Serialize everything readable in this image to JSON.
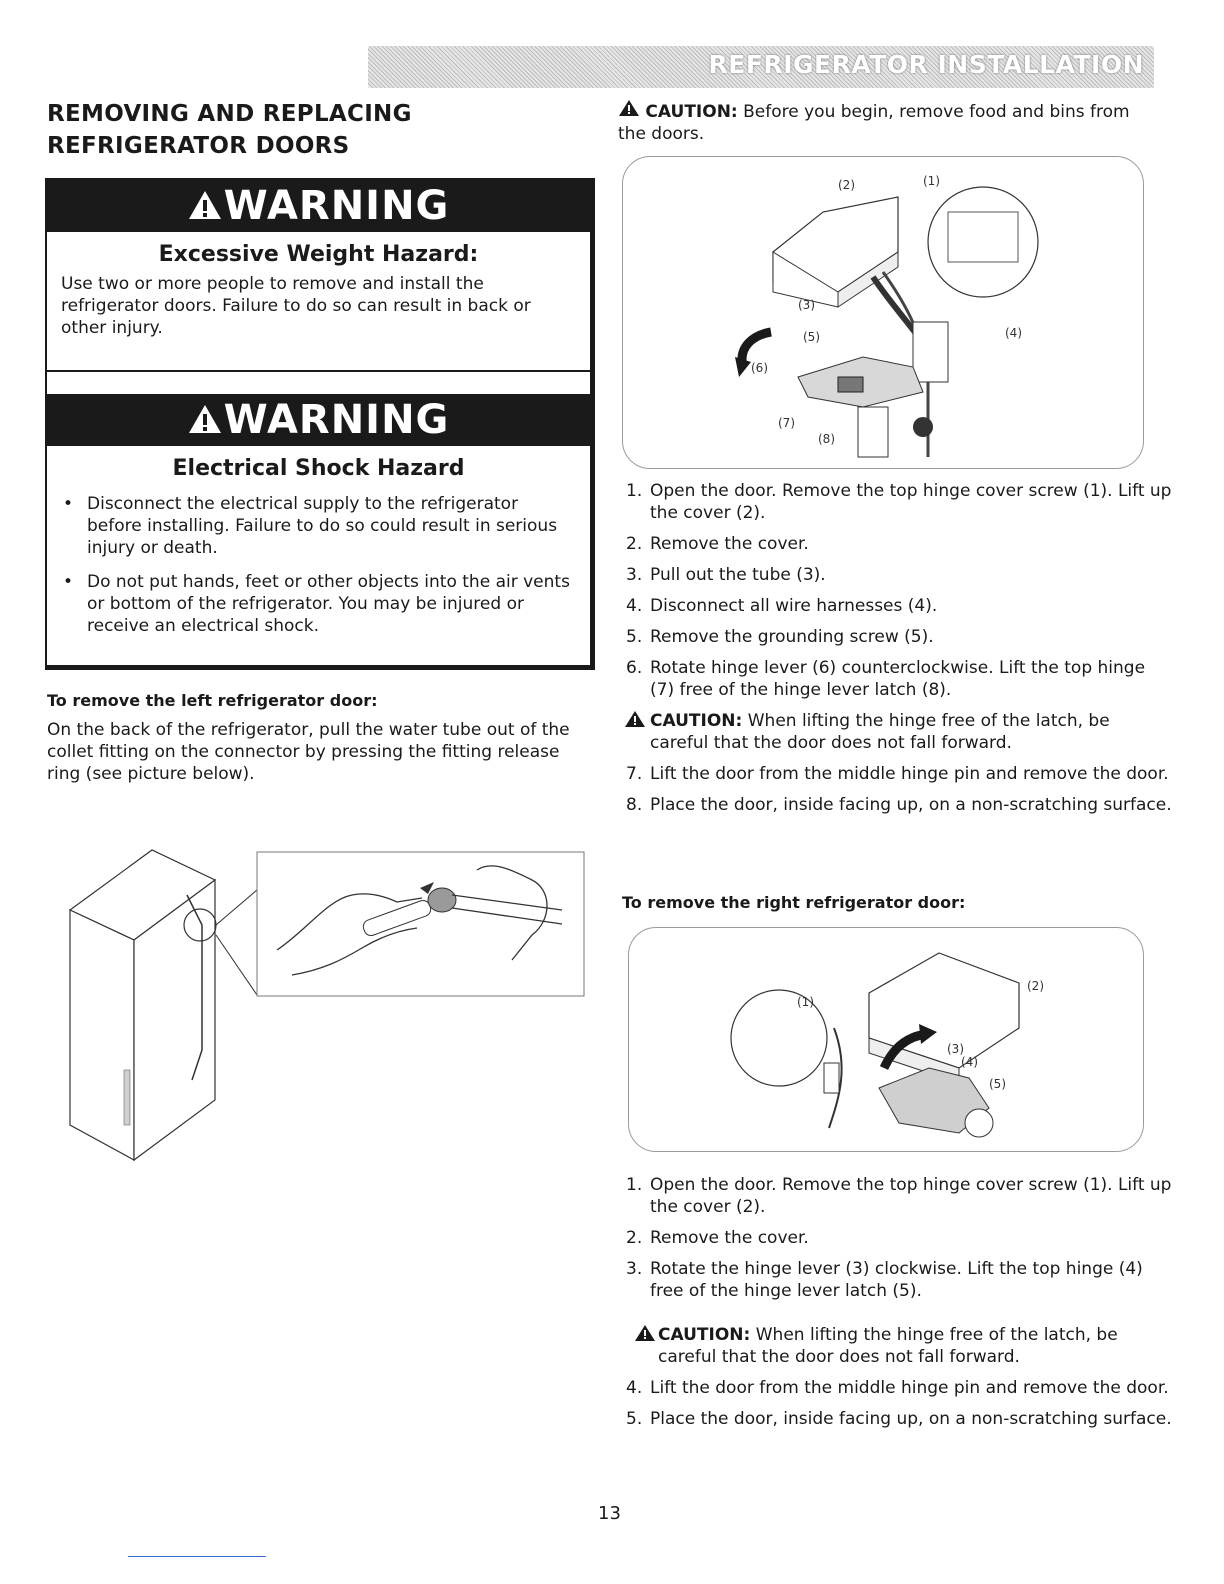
{
  "header": {
    "title": "REFRIGERATOR INSTALLATION"
  },
  "section": {
    "title_line1": "REMOVING AND REPLACING",
    "title_line2": "REFRIGERATOR DOORS"
  },
  "warning1": {
    "label": "WARNING",
    "hazard": "Excessive Weight Hazard:",
    "text": "Use two or more people to remove and install the refrigerator doors. Failure to do so can result in back or other injury."
  },
  "warning2": {
    "label": "WARNING",
    "hazard": "Electrical Shock Hazard",
    "bullets": [
      "Disconnect the electrical supply to the refrigerator before installing. Failure to do so could result in serious injury or death.",
      "Do not put hands, feet or other objects into the air vents or bottom of the refrigerator. You may be injured or receive an electrical shock."
    ]
  },
  "left_door": {
    "heading": "To remove the left refrigerator door:",
    "text": "On the back of the refrigerator, pull the water tube out of the collet fitting on the connector by pressing the fitting release ring (see picture below)."
  },
  "caution_top": {
    "label": "CAUTION:",
    "text": "Before you begin, remove food and bins from the doors."
  },
  "figure1": {
    "callouts": [
      "(1)",
      "(2)",
      "(3)",
      "(4)",
      "(5)",
      "(6)",
      "(7)",
      "(8)"
    ]
  },
  "left_steps": [
    {
      "num": "1.",
      "text": "Open the door. Remove the top hinge cover screw (1). Lift up the cover (2)."
    },
    {
      "num": "2.",
      "text": "Remove the cover."
    },
    {
      "num": "3.",
      "text": "Pull out the tube (3)."
    },
    {
      "num": "4.",
      "text": "Disconnect all wire harnesses (4)."
    },
    {
      "num": "5.",
      "text": "Remove the grounding screw (5)."
    },
    {
      "num": "6.",
      "text": "Rotate hinge lever (6) counterclockwise. Lift the top hinge (7) free of the hinge lever latch (8)."
    }
  ],
  "caution_mid": {
    "label": "CAUTION:",
    "text": "When lifting the hinge free of the latch, be careful that the door does not fall forward."
  },
  "left_steps2": [
    {
      "num": "7.",
      "text": "Lift the door from the middle hinge pin and remove the door."
    },
    {
      "num": "8.",
      "text": "Place the door, inside facing up, on a non-scratching surface."
    }
  ],
  "right_door": {
    "heading": "To remove the right refrigerator door:"
  },
  "figure2": {
    "callouts": [
      "(1)",
      "(2)",
      "(3)",
      "(4)",
      "(5)"
    ]
  },
  "right_steps": [
    {
      "num": "1.",
      "text": "Open the door. Remove the top hinge cover screw (1). Lift up the cover (2)."
    },
    {
      "num": "2.",
      "text": "Remove the cover."
    },
    {
      "num": "3.",
      "text": "Rotate the hinge lever (3) clockwise. Lift the top hinge (4) free of the hinge lever latch (5)."
    }
  ],
  "caution_bottom": {
    "label": "CAUTION:",
    "text": "When lifting the hinge free of the latch, be careful that the door does not fall forward."
  },
  "right_steps2": [
    {
      "num": "4.",
      "text": "Lift the door from the middle hinge pin and remove the door."
    },
    {
      "num": "5.",
      "text": "Place the door, inside facing up, on a non-scratching surface."
    }
  ],
  "page": {
    "number": "13"
  },
  "icons": {
    "warning": "warning-triangle-icon",
    "rotate": "rotate-arrow-icon"
  }
}
